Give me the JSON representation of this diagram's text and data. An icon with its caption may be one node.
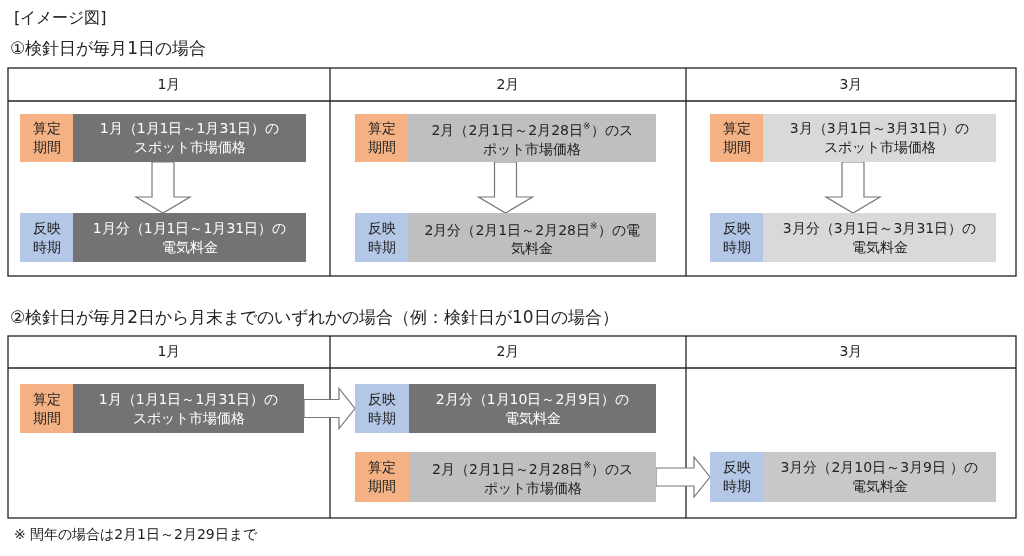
{
  "diagram": {
    "title": "[イメージ図]",
    "nodes": [
      {
        "text": [
          "算定期間",
          "1月（1月1日～1月31日）のスポット市場価格"
        ]
      },
      {
        "text": [
          "反映時期",
          "1月分（1月1日～1月31日）の電気料金"
        ]
      },
      {
        "text": [
          "算定期間",
          "2月（2月1日～2月28日$^{※}$）のスポット市場価格"
        ]
      },
      {
        "text": [
          "反映時期",
          "2月分（2月1日～2月28日$^{※}$）の電気料金"
        ]
      },
      {
        "text": [
          "算定期間",
          "3月（3月1日～3月31日）のスポット市場価格"
        ]
      },
      {
        "text": [
          "反映時期",
          "3月分（3月1日～3月31日）の電気料金"
        ]
      },
      {
        "text": [
          "算定期間",
          "1月（1月1日～1月31日）のスポット市場価格"
        ]
      },
      {
        "text": [
          "反映時期",
          "2月分（1月10日～2月9日）の電気料金"
        ]
      },
      {
        "text": [
          "算定期間",
          "2月（2月1日～2月28日$^{※}$）のスポット市場価格"
        ]
      },
      {
        "text": [
          "反映時期",
          "3月分（2月10日～3月9日 ）の電気料金"
        ]
      }
    ],
    "edges": [
      {
        "from": 0,
        "to": 1,
        "arrow": "to"
      },
      {
        "from": 2,
        "to": 3,
        "arrow": "to"
      },
      {
        "from": 4,
        "to": 5,
        "arrow": "to"
      },
      {
        "from": 6,
        "to": 7,
        "arrow": "to"
      },
      {
        "from": 8,
        "to": 9,
        "arrow": "to"
      }
    ],
    "labels": [
      "①検針日が毎月1日の場合",
      "1月",
      "2月",
      "3月",
      "②検針日が毎月2日から月末までのいずれかの場合（例：検針日が10日の場合）",
      "1月",
      "2月",
      "3月"
    ],
    "caption": "※ 閏年の場合は2月1日～2月29日まで"
  }
}
